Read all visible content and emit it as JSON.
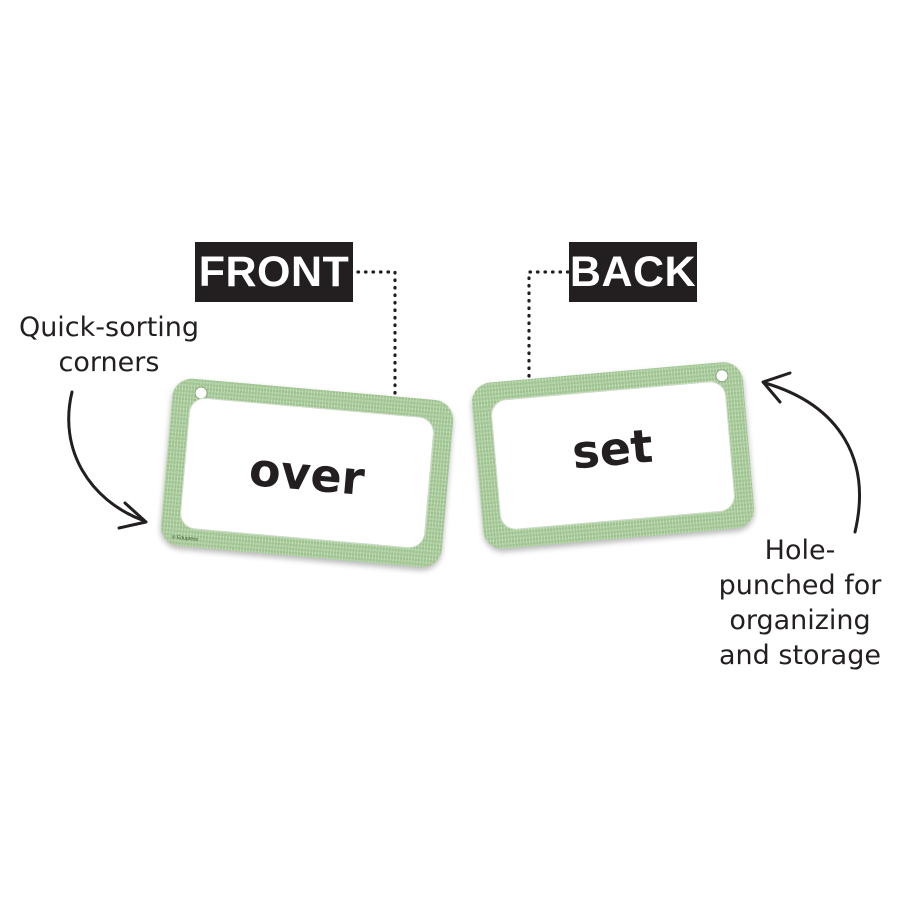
{
  "labels": {
    "front": "FRONT",
    "back": "BACK"
  },
  "cards": {
    "front": {
      "word": "over",
      "copyright": "© Edupress"
    },
    "back": {
      "word": "set"
    }
  },
  "callouts": {
    "corners": {
      "line1": "Quick-sorting",
      "line2": "corners"
    },
    "hole": {
      "line1": "Hole-",
      "line2": "punched for",
      "line3": "organizing",
      "line4": "and storage"
    }
  },
  "colors": {
    "card_border": "#a9cf9a",
    "label_bg": "#231f20",
    "text": "#231f20",
    "background": "#ffffff"
  }
}
